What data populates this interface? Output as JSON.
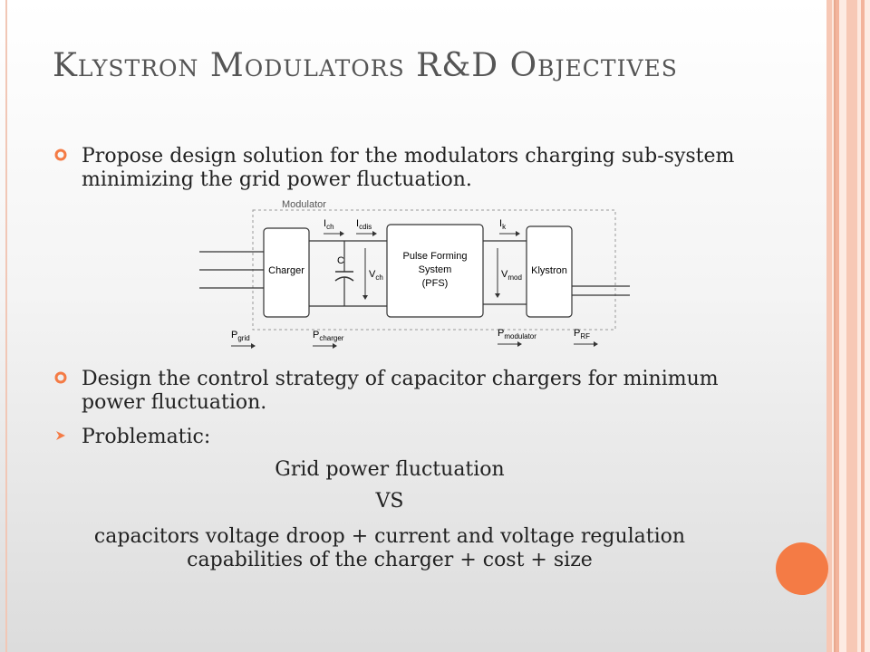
{
  "slide": {
    "title": "Klystron Modulators R&D Objectives",
    "bullets": [
      {
        "text": "Propose design solution for the modulators charging sub-system minimizing the grid power fluctuation."
      },
      {
        "text": "Design the control strategy of capacitor chargers for minimum power fluctuation."
      }
    ],
    "sub_bullet": {
      "text": "Problematic:"
    },
    "centered": {
      "line1": "Grid power fluctuation",
      "vs": "VS",
      "line2": "capacitors voltage droop + current and voltage regulation capabilities of the charger + cost + size"
    }
  },
  "diagram": {
    "modulator_label": "Modulator",
    "charger": "Charger",
    "cap_label": "C",
    "pfs_line1": "Pulse Forming",
    "pfs_line2": "System",
    "pfs_line3": "(PFS)",
    "klystron": "Klystron",
    "i_ch": {
      "main": "I",
      "sub": "ch"
    },
    "i_cdis": {
      "main": "I",
      "sub": "cdis"
    },
    "i_k": {
      "main": "I",
      "sub": "k"
    },
    "v_ch": {
      "main": "V",
      "sub": "ch"
    },
    "v_mod": {
      "main": "V",
      "sub": "mod"
    },
    "p_grid": {
      "main": "P",
      "sub": "grid"
    },
    "p_charger": {
      "main": "P",
      "sub": "charger"
    },
    "p_modulator": {
      "main": "P",
      "sub": "modulator"
    },
    "p_rf": {
      "main": "P",
      "sub": "RF"
    }
  },
  "colors": {
    "accent_orange": "#f47b45",
    "stripe_light": "#fde8de",
    "stripe_dark": "#f3b49c",
    "bullet_orange": "#f47b45"
  }
}
